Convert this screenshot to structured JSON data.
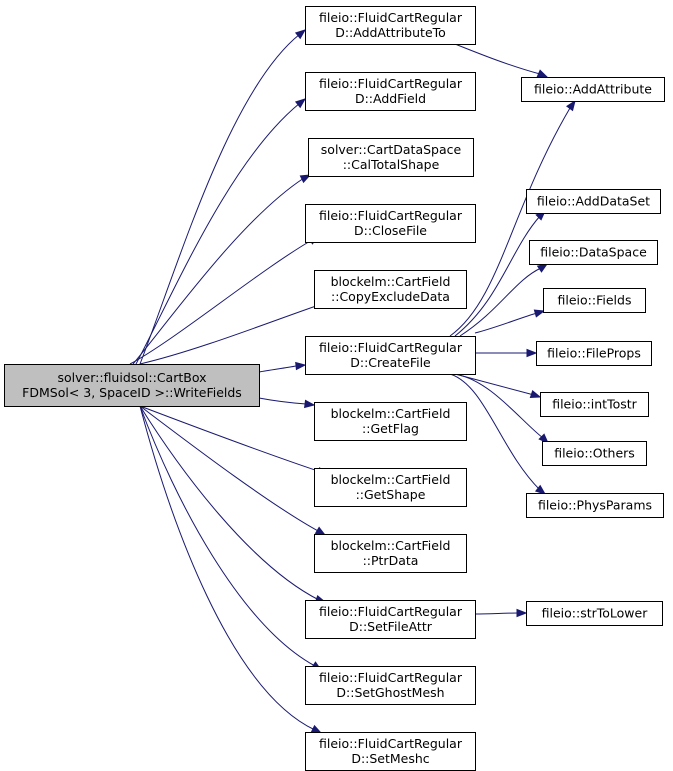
{
  "diagram": {
    "nodes": [
      {
        "id": "root",
        "lines": [
          "solver::fluidsol::CartBox",
          "FDMSol< 3, SpaceID >::WriteFields"
        ],
        "root": true
      },
      {
        "id": "addattributeto",
        "lines": [
          "fileio::FluidCartRegular",
          "D::AddAttributeTo"
        ]
      },
      {
        "id": "addfield",
        "lines": [
          "fileio::FluidCartRegular",
          "D::AddField"
        ]
      },
      {
        "id": "caltotalshape",
        "lines": [
          "solver::CartDataSpace",
          "::CalTotalShape"
        ]
      },
      {
        "id": "closefile",
        "lines": [
          "fileio::FluidCartRegular",
          "D::CloseFile"
        ]
      },
      {
        "id": "copyexcludedata",
        "lines": [
          "blockelm::CartField",
          "::CopyExcludeData"
        ]
      },
      {
        "id": "createfile",
        "lines": [
          "fileio::FluidCartRegular",
          "D::CreateFile"
        ]
      },
      {
        "id": "getflag",
        "lines": [
          "blockelm::CartField",
          "::GetFlag"
        ]
      },
      {
        "id": "getshape",
        "lines": [
          "blockelm::CartField",
          "::GetShape"
        ]
      },
      {
        "id": "ptrdata",
        "lines": [
          "blockelm::CartField",
          "::PtrData"
        ]
      },
      {
        "id": "setfileattr",
        "lines": [
          "fileio::FluidCartRegular",
          "D::SetFileAttr"
        ]
      },
      {
        "id": "setghostmesh",
        "lines": [
          "fileio::FluidCartRegular",
          "D::SetGhostMesh"
        ]
      },
      {
        "id": "setmeshc",
        "lines": [
          "fileio::FluidCartRegular",
          "D::SetMeshc"
        ]
      },
      {
        "id": "addattribute",
        "lines": [
          "fileio::AddAttribute"
        ]
      },
      {
        "id": "adddataset",
        "lines": [
          "fileio::AddDataSet"
        ]
      },
      {
        "id": "dataspace",
        "lines": [
          "fileio::DataSpace"
        ]
      },
      {
        "id": "fields",
        "lines": [
          "fileio::Fields"
        ]
      },
      {
        "id": "fileprops",
        "lines": [
          "fileio::FileProps"
        ]
      },
      {
        "id": "inttostr",
        "lines": [
          "fileio::intTostr"
        ]
      },
      {
        "id": "others",
        "lines": [
          "fileio::Others"
        ]
      },
      {
        "id": "physparams",
        "lines": [
          "fileio::PhysParams"
        ]
      },
      {
        "id": "strtolower",
        "lines": [
          "fileio::strToLower"
        ]
      }
    ],
    "edges": [
      {
        "from": "root",
        "to": "addattributeto"
      },
      {
        "from": "root",
        "to": "addfield"
      },
      {
        "from": "root",
        "to": "caltotalshape"
      },
      {
        "from": "root",
        "to": "closefile"
      },
      {
        "from": "root",
        "to": "copyexcludedata"
      },
      {
        "from": "root",
        "to": "createfile"
      },
      {
        "from": "root",
        "to": "getflag"
      },
      {
        "from": "root",
        "to": "getshape"
      },
      {
        "from": "root",
        "to": "ptrdata"
      },
      {
        "from": "root",
        "to": "setfileattr"
      },
      {
        "from": "root",
        "to": "setghostmesh"
      },
      {
        "from": "root",
        "to": "setmeshc"
      },
      {
        "from": "addattributeto",
        "to": "addattribute"
      },
      {
        "from": "createfile",
        "to": "addattribute"
      },
      {
        "from": "createfile",
        "to": "adddataset"
      },
      {
        "from": "createfile",
        "to": "dataspace"
      },
      {
        "from": "createfile",
        "to": "fields"
      },
      {
        "from": "createfile",
        "to": "fileprops"
      },
      {
        "from": "createfile",
        "to": "inttostr"
      },
      {
        "from": "createfile",
        "to": "others"
      },
      {
        "from": "createfile",
        "to": "physparams"
      },
      {
        "from": "setfileattr",
        "to": "strtolower"
      }
    ]
  }
}
